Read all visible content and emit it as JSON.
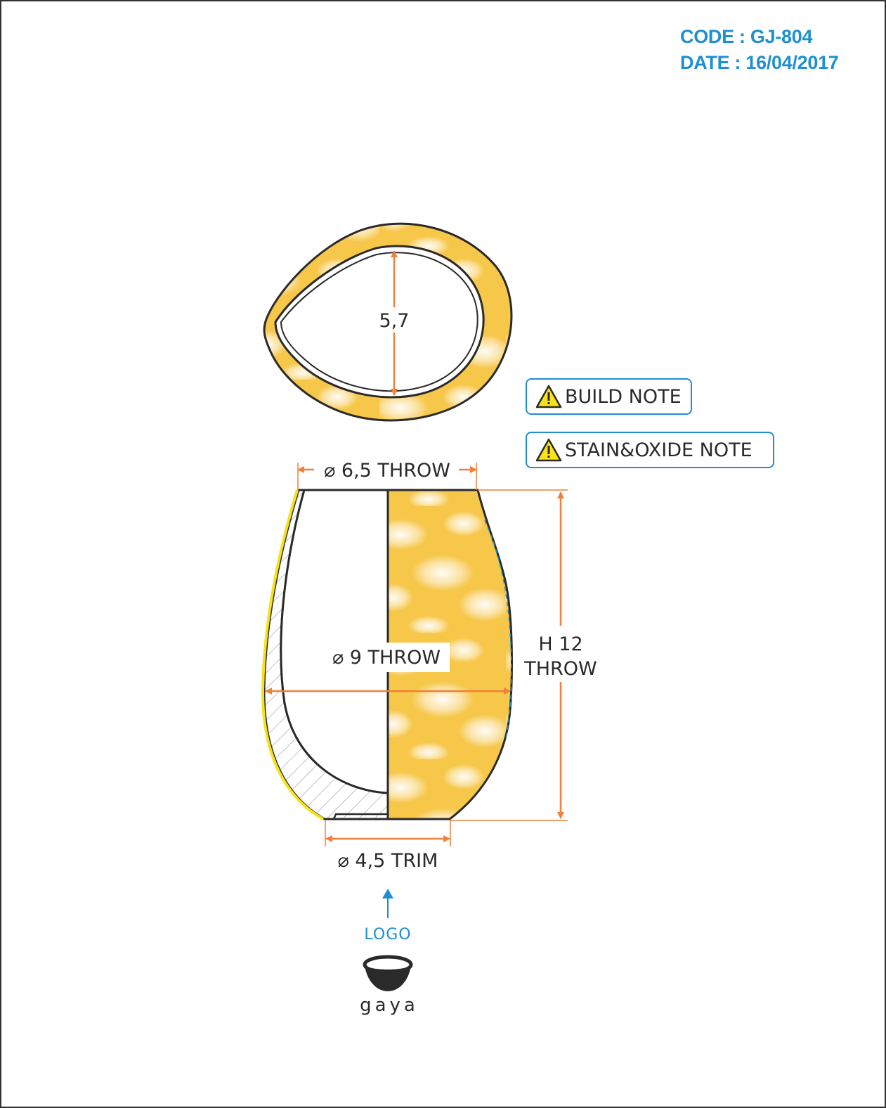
{
  "header": {
    "code": "CODE : GJ-804",
    "date": "DATE : 16/04/2017"
  },
  "top_view": {
    "dimension": "5,7"
  },
  "side_view": {
    "top_diameter": "⌀ 6,5 THROW",
    "body_diameter": "⌀ 9 THROW",
    "height_line1": "H 12",
    "height_line2": "THROW",
    "foot_diameter": "⌀ 4,5 TRIM"
  },
  "notes": {
    "build": "BUILD NOTE",
    "stain": "STAIN&OXIDE NOTE"
  },
  "logo": {
    "label": "LOGO",
    "brand": "gaya"
  },
  "colors": {
    "accent": "#1e8fd0",
    "dimension": "#f0803a",
    "glaze_light": "#fdf1c4",
    "glaze_dark": "#f6c43f",
    "outline": "#2a2a2a"
  }
}
